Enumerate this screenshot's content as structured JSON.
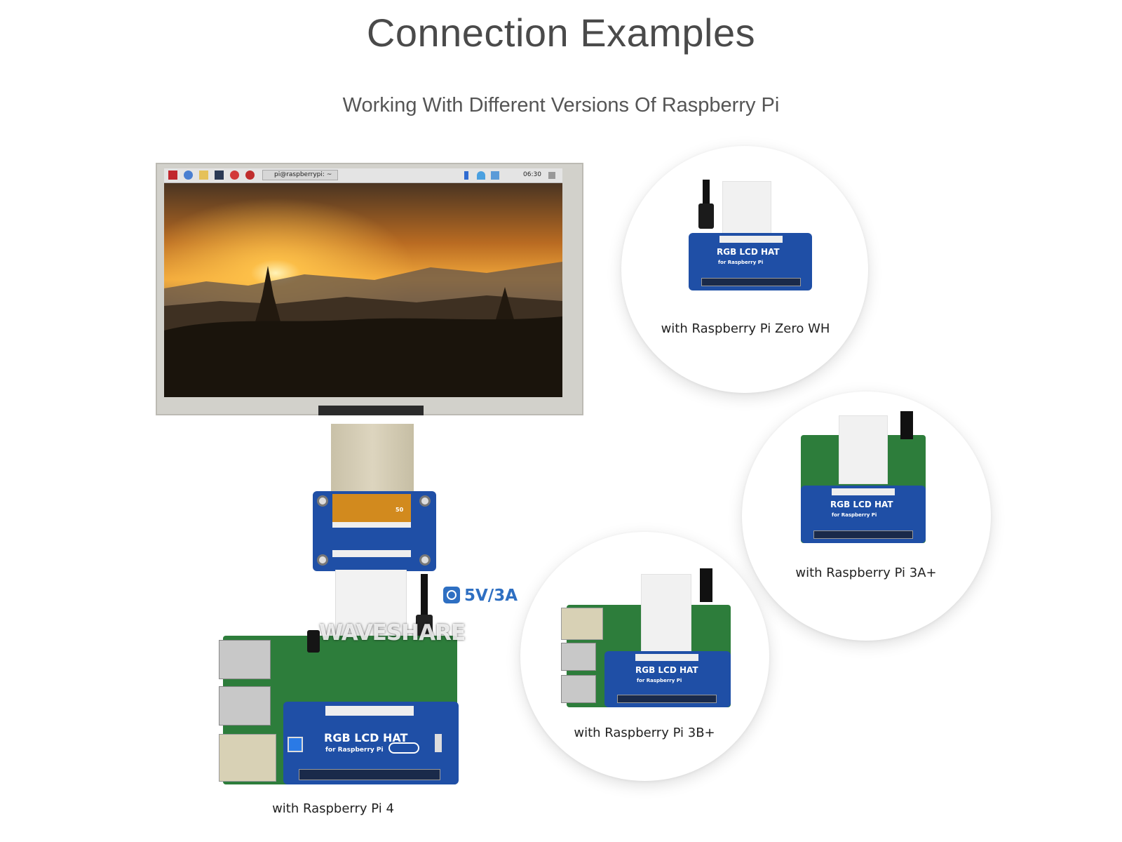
{
  "page": {
    "title": "Connection Examples",
    "subtitle": "Working With Different Versions Of Raspberry Pi"
  },
  "monitor": {
    "taskbar_user": "pi@raspberrypi: ~",
    "taskbar_clock": "06:30"
  },
  "board": {
    "label": "RGB LCD HAT",
    "sublabel": "for Raspberry Pi",
    "connector_num": "50"
  },
  "power": {
    "label": "5V/3A",
    "icon": "power-icon"
  },
  "watermark": "WAVESHARE",
  "examples": [
    {
      "caption": "with Raspberry Pi 4"
    },
    {
      "caption": "with Raspberry Pi Zero WH"
    },
    {
      "caption": "with Raspberry Pi 3A+"
    },
    {
      "caption": "with Raspberry Pi 3B+"
    }
  ],
  "colors": {
    "hat_blue": "#1f4fa6",
    "pcb_green": "#2d7d3b",
    "power_blue": "#2e6fc2",
    "title_gray": "#4a4a4a"
  }
}
